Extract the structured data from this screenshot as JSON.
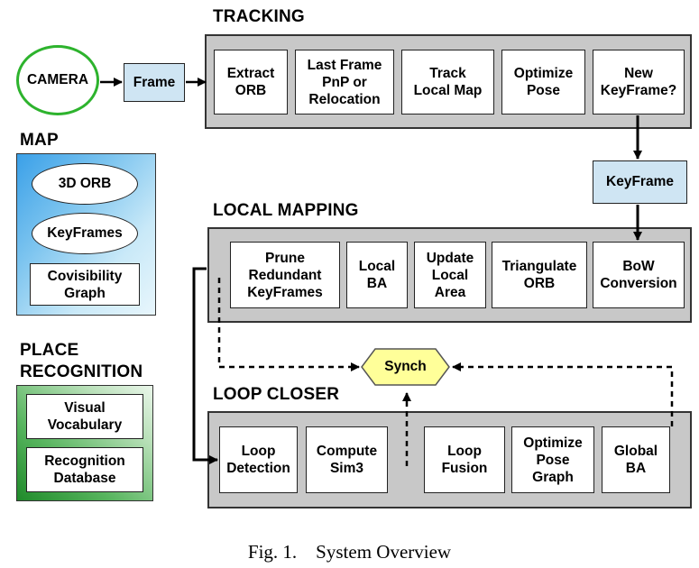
{
  "sections": {
    "tracking": "TRACKING",
    "map": "MAP",
    "local_mapping": "LOCAL MAPPING",
    "place_recognition_line1": "PLACE",
    "place_recognition_line2": "RECOGNITION",
    "loop_closer": "LOOP CLOSER"
  },
  "camera": "CAMERA",
  "frame": "Frame",
  "keyframe": "KeyFrame",
  "synch": "Synch",
  "tracking_steps": [
    "Extract\nORB",
    "Last Frame\nPnP or\nRelocation",
    "Track\nLocal Map",
    "Optimize\nPose",
    "New\nKeyFrame?"
  ],
  "local_mapping_steps": [
    "Prune\nRedundant\nKeyFrames",
    "Local\nBA",
    "Update\nLocal\nArea",
    "Triangulate\nORB",
    "BoW\nConversion"
  ],
  "loop_closer_steps": [
    "Loop\nDetection",
    "Compute\nSim3",
    "Loop\nFusion",
    "Optimize\nPose\nGraph",
    "Global\nBA"
  ],
  "map_items": {
    "orb3d": "3D ORB",
    "keyframes": "KeyFrames",
    "covisibility": "Covisibility\nGraph"
  },
  "place_items": {
    "vocabulary": "Visual\nVocabulary",
    "database": "Recognition\nDatabase"
  },
  "caption": "Fig. 1.    System Overview",
  "colors": {
    "camera_border": "#2db32d",
    "panel": "#c8c8c8",
    "blue_box": "#cfe5f3",
    "synch": "#ffff99"
  }
}
